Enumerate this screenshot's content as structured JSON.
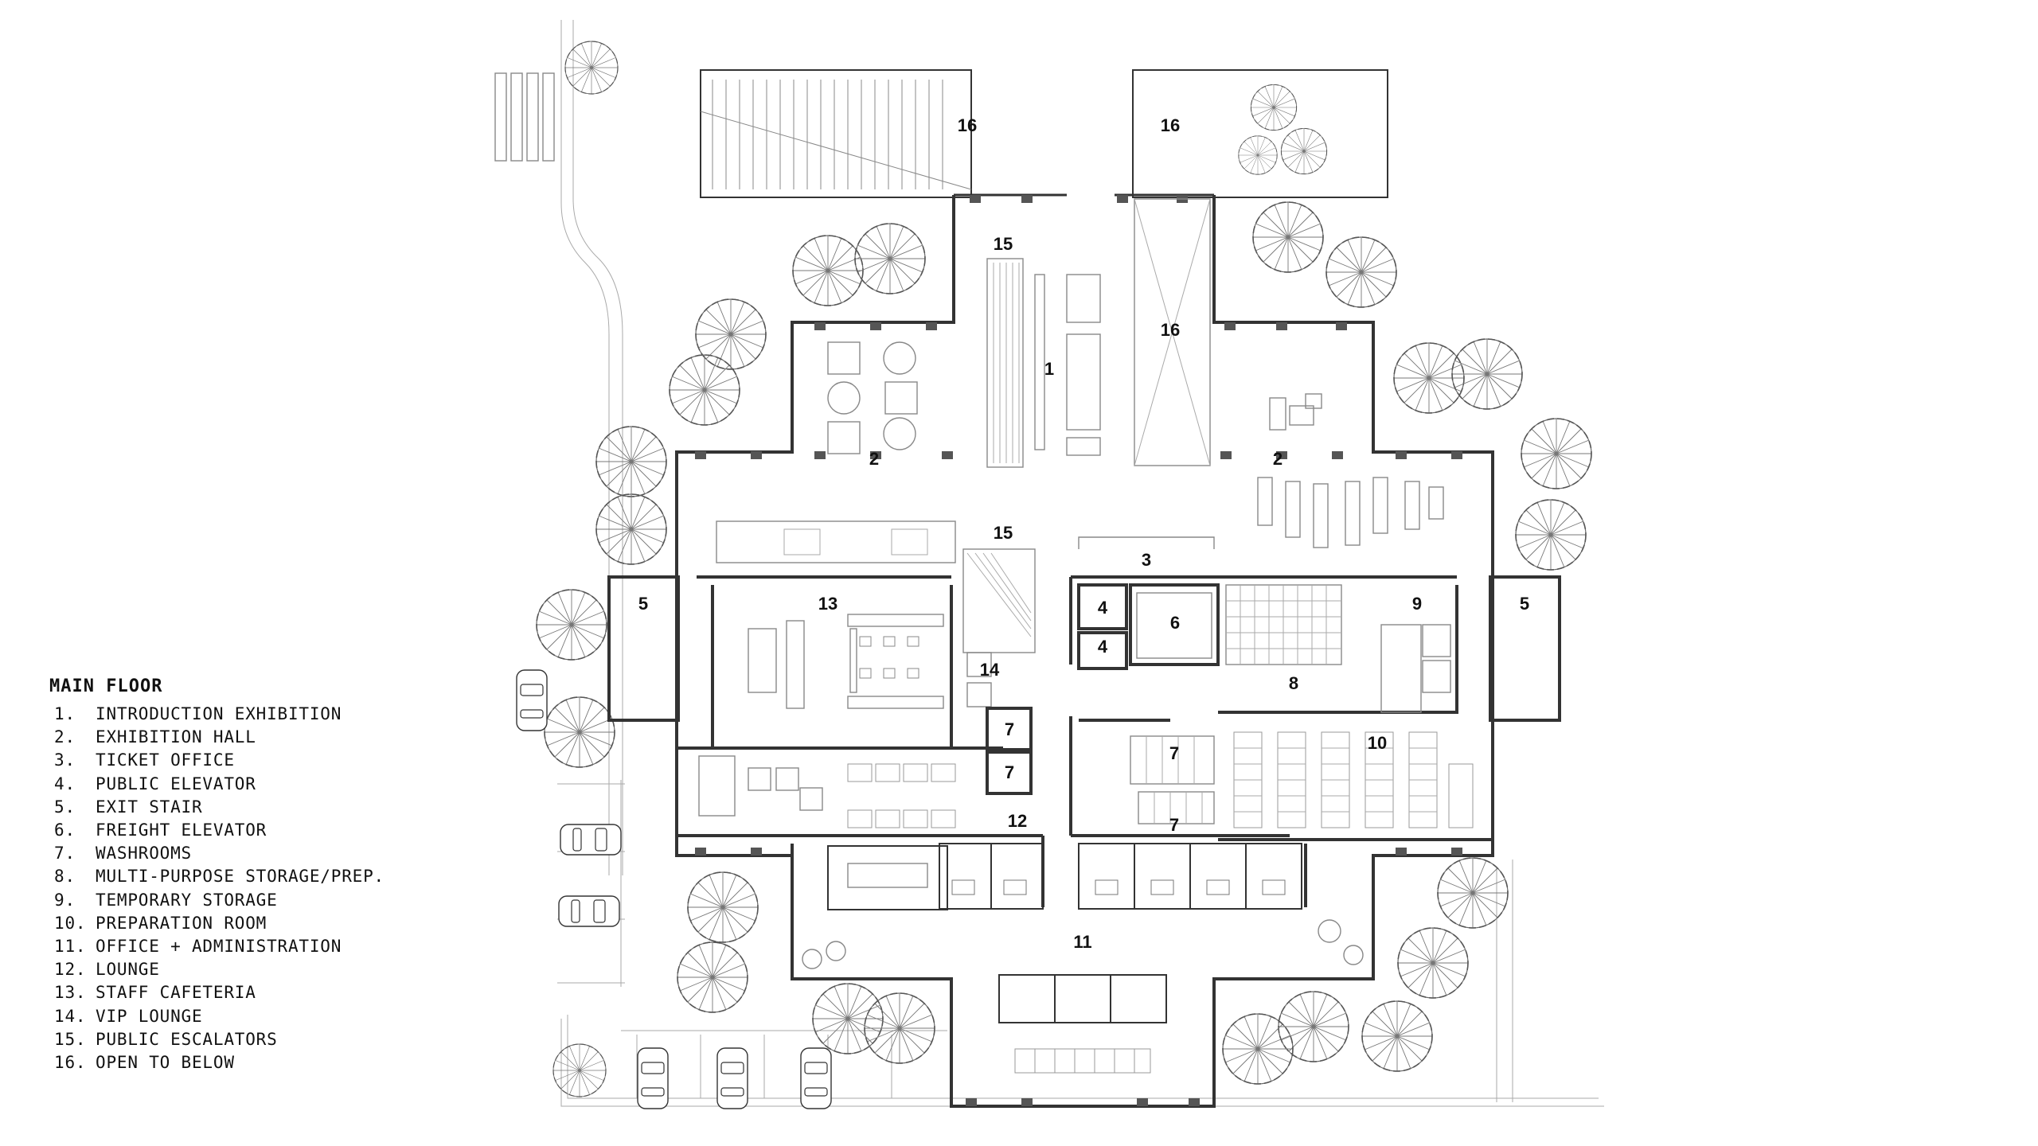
{
  "legend": {
    "title": "MAIN FLOOR",
    "items": [
      {
        "num": "1.",
        "label": "INTRODUCTION EXHIBITION"
      },
      {
        "num": "2.",
        "label": "EXHIBITION HALL"
      },
      {
        "num": "3.",
        "label": "TICKET OFFICE"
      },
      {
        "num": "4.",
        "label": "PUBLIC ELEVATOR"
      },
      {
        "num": "5.",
        "label": "EXIT STAIR"
      },
      {
        "num": "6.",
        "label": "FREIGHT ELEVATOR"
      },
      {
        "num": "7.",
        "label": "WASHROOMS"
      },
      {
        "num": "8.",
        "label": "MULTI-PURPOSE STORAGE/PREP."
      },
      {
        "num": "9.",
        "label": "TEMPORARY STORAGE"
      },
      {
        "num": "10.",
        "label": "PREPARATION ROOM"
      },
      {
        "num": "11.",
        "label": "OFFICE + ADMINISTRATION"
      },
      {
        "num": "12.",
        "label": "LOUNGE"
      },
      {
        "num": "13.",
        "label": "STAFF CAFETERIA"
      },
      {
        "num": "14.",
        "label": "VIP LOUNGE"
      },
      {
        "num": "15.",
        "label": "PUBLIC ESCALATORS"
      },
      {
        "num": "16.",
        "label": "OPEN TO BELOW"
      }
    ]
  },
  "room_tags": {
    "open_below_nw": "16",
    "open_below_ne": "16",
    "open_below_center": "16",
    "escalator_north": "15",
    "escalator_center": "15",
    "intro_exhibition": "1",
    "exhibition_west": "2",
    "exhibition_east": "2",
    "ticket_office": "3",
    "elevator_a": "4",
    "elevator_b": "4",
    "exit_stair_west": "5",
    "exit_stair_east": "5",
    "freight_elevator": "6",
    "washroom_a": "7",
    "washroom_b": "7",
    "washroom_c": "7",
    "washroom_d": "7",
    "storage_prep": "8",
    "temp_storage": "9",
    "prep_room": "10",
    "office_admin": "11",
    "lounge": "12",
    "staff_cafeteria": "13",
    "vip_lounge": "14"
  }
}
